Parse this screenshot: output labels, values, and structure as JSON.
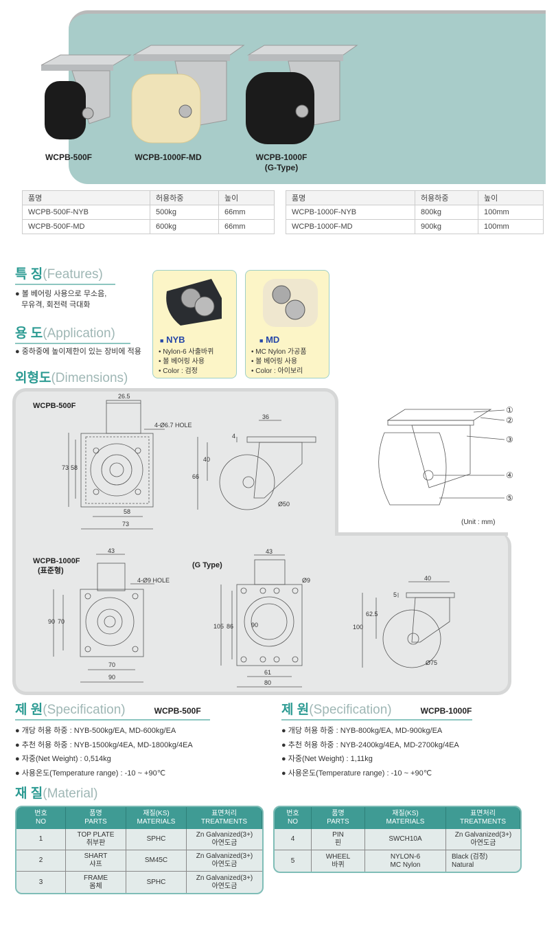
{
  "products": [
    {
      "label": "WCPB-500F"
    },
    {
      "label": "WCPB-1000F-MD"
    },
    {
      "label": "WCPB-1000F",
      "sub": "(G-Type)"
    }
  ],
  "summary_tables": [
    {
      "headers": [
        "품명",
        "허용하중",
        "높이"
      ],
      "rows": [
        [
          "WCPB-500F-NYB",
          "500kg",
          "66mm"
        ],
        [
          "WCPB-500F-MD",
          "600kg",
          "66mm"
        ]
      ]
    },
    {
      "headers": [
        "품명",
        "허용하중",
        "높이"
      ],
      "rows": [
        [
          "WCPB-1000F-NYB",
          "800kg",
          "100mm"
        ],
        [
          "WCPB-1000F-MD",
          "900kg",
          "100mm"
        ]
      ]
    }
  ],
  "features": {
    "title_ko": "특 징",
    "title_en": "(Features)",
    "lines": [
      "볼 베어링 사용으로 무소음,",
      "무유격, 회전력 극대화"
    ]
  },
  "application": {
    "title_ko": "용 도",
    "title_en": "(Application)",
    "text": "중하중에 높이제한이 있는 장비에 적용"
  },
  "dimensions": {
    "title_ko": "외형도",
    "title_en": "(Dimensions)"
  },
  "wheel_types": [
    {
      "name": "NYB",
      "lines": [
        "Nylon-6 사출바퀴",
        "볼 베어링 사용",
        "Color : 검정"
      ]
    },
    {
      "name": "MD",
      "lines": [
        "MC Nylon 가공품",
        "볼 베어링 사용",
        "Color : 아이보리"
      ]
    }
  ],
  "drawing_500": {
    "title": "WCPB-500F",
    "d_stem": "26.5",
    "hole": "4-Ø6.7 HOLE",
    "h_outer": "73",
    "h_inner": "58",
    "w_inner": "58",
    "w_outer": "73",
    "side_w": "36",
    "plate_t": "4",
    "side_40": "40",
    "height": "66",
    "wheel": "Ø50"
  },
  "parts_drawing": {
    "nums": [
      "①",
      "②",
      "③",
      "④",
      "⑤"
    ],
    "unit": "(Unit : mm)"
  },
  "drawing_1000": {
    "title": "WCPB-1000F",
    "sub": "(표준형)",
    "d_stem": "43",
    "hole": "4-Ø9 HOLE",
    "h_outer": "90",
    "h_inner": "70",
    "w_inner": "70",
    "w_outer": "90"
  },
  "drawing_g": {
    "title": "(G Type)",
    "d_stem": "43",
    "hole": "Ø9",
    "h_outer": "105",
    "h_inner": "86",
    "inner": "90",
    "w_inner": "61",
    "w_outer": "80"
  },
  "drawing_1000_side": {
    "w": "40",
    "t": "5",
    "h1": "62.5",
    "height": "100",
    "wheel": "Ø75"
  },
  "specs": [
    {
      "title_ko": "제 원",
      "title_en": "(Specification)",
      "model": "WCPB-500F",
      "items": [
        "개당 허용 하중 : NYB-500kg/EA, MD-600kg/EA",
        "추천 허용 하중 : NYB-1500kg/4EA, MD-1800kg/4EA",
        "자중(Net Weight) : 0,514kg",
        "사용온도(Temperature range) : -10 ~ +90℃"
      ]
    },
    {
      "title_ko": "제 원",
      "title_en": "(Specification)",
      "model": "WCPB-1000F",
      "items": [
        "개당 허용 하중 : NYB-800kg/EA, MD-900kg/EA",
        "추천 허용 하중 : NYB-2400kg/4EA, MD-2700kg/4EA",
        "자중(Net Weight) : 1,11kg",
        "사용온도(Temperature range) : -10 ~ +90℃"
      ]
    }
  ],
  "material": {
    "title_ko": "재 질",
    "title_en": "(Material)",
    "headers": [
      [
        "번호",
        "NO"
      ],
      [
        "품명",
        "PARTS"
      ],
      [
        "재질(KS)",
        "MATERIALS"
      ],
      [
        "표면처리",
        "TREATMENTS"
      ]
    ],
    "left_rows": [
      [
        "1",
        "TOP PLATE",
        "취부판",
        "SPHC",
        "",
        "Zn Galvanized(3+)",
        "아연도금"
      ],
      [
        "2",
        "SHART",
        "샤프",
        "SM45C",
        "",
        "Zn Galvanized(3+)",
        "아연도금"
      ],
      [
        "3",
        "FRAME",
        "몸체",
        "SPHC",
        "",
        "Zn Galvanized(3+)",
        "아연도금"
      ]
    ],
    "right_rows": [
      [
        "4",
        "PIN",
        "핀",
        "SWCH10A",
        "",
        "Zn Galvanized(3+)",
        "아연도금"
      ],
      [
        "5",
        "WHEEL",
        "바퀴",
        "NYLON-6",
        "MC Nylon",
        "Black (검정)",
        "Natural"
      ]
    ]
  }
}
